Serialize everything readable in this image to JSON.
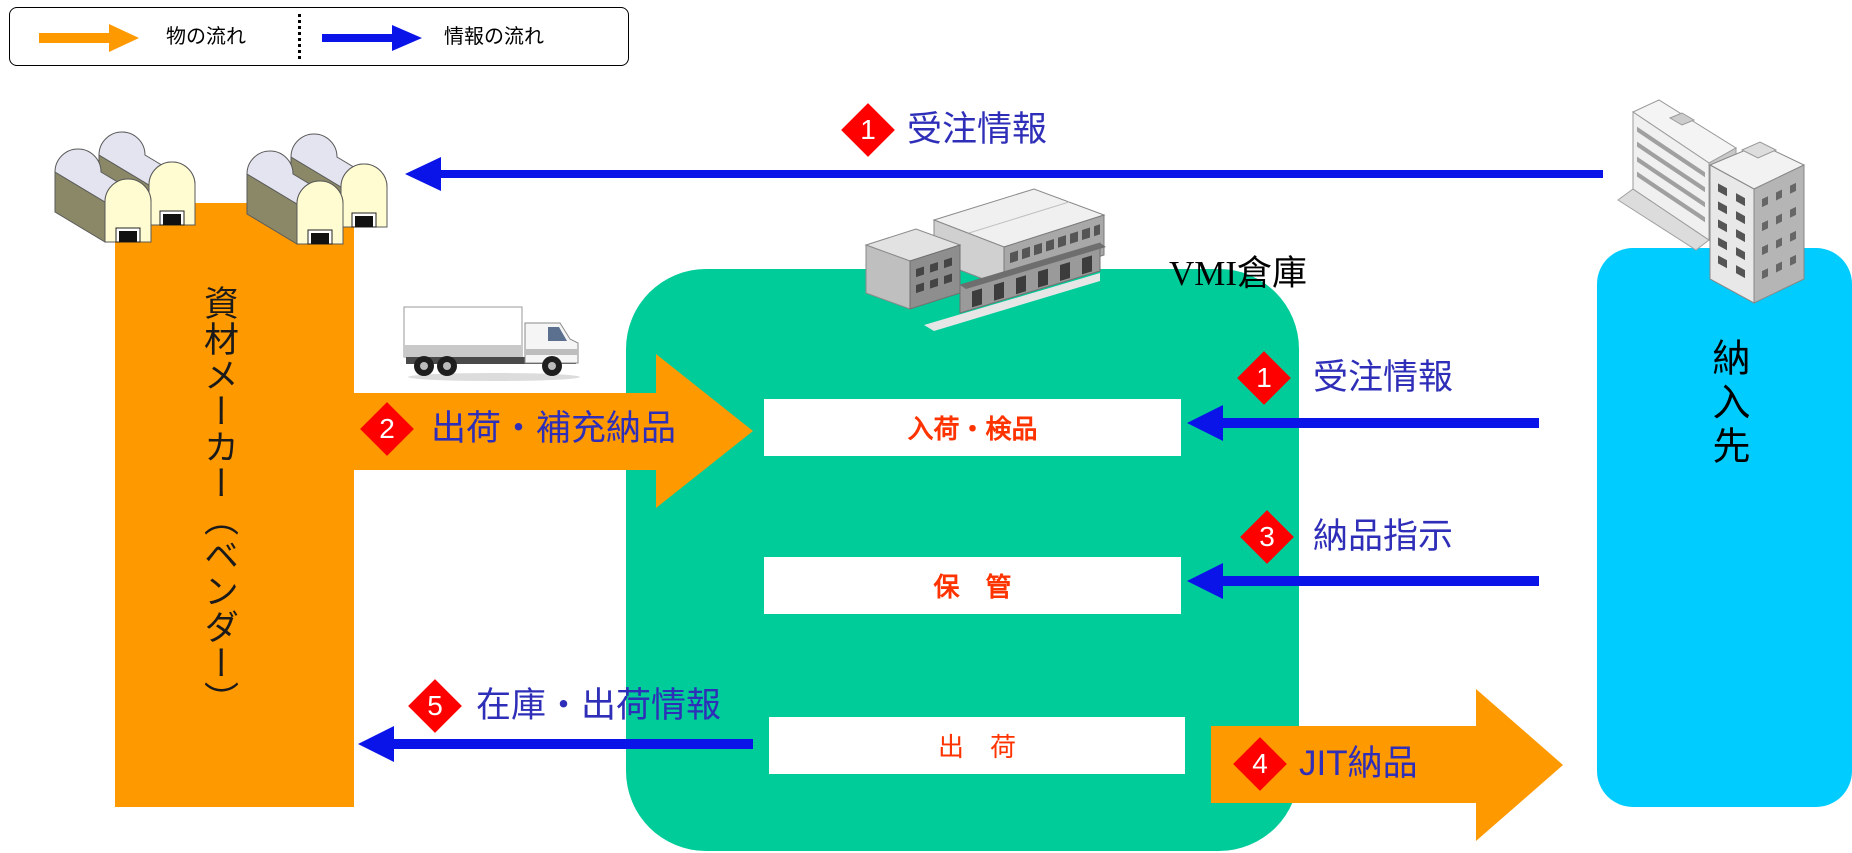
{
  "legend": {
    "goods_flow_label": "物の流れ",
    "info_flow_label": "情報の流れ"
  },
  "vendor": {
    "label": "資材メーカー（ベンダー）",
    "icon": "factory-icon"
  },
  "transport": {
    "icon": "truck-icon"
  },
  "warehouse": {
    "label": "VMI倉庫",
    "icon": "warehouse-icon",
    "steps": [
      {
        "label": "入荷・検品"
      },
      {
        "label": "保　管"
      },
      {
        "label": "出　荷"
      }
    ]
  },
  "customer": {
    "label": "納入先",
    "icon": "office-building-icon"
  },
  "flows": {
    "order_to_vendor": {
      "number": "1",
      "label": "受注情報"
    },
    "order_to_warehouse": {
      "number": "1",
      "label": "受注情報"
    },
    "shipment_replenishment": {
      "number": "2",
      "label": "出荷・補充納品"
    },
    "delivery_instruction": {
      "number": "3",
      "label": "納品指示"
    },
    "jit_delivery": {
      "number": "4",
      "label": "JIT納品"
    },
    "inventory_shipping_info": {
      "number": "5",
      "label": "在庫・出荷情報"
    }
  },
  "colors": {
    "goods_flow": "#ff9900",
    "info_flow": "#0a14e8",
    "vendor": "#ff9900",
    "warehouse": "#00cc99",
    "customer": "#00ccff",
    "step_marker": "#ff0000",
    "flow_label": "#2e2eb8",
    "step_label": "#ff3300"
  }
}
